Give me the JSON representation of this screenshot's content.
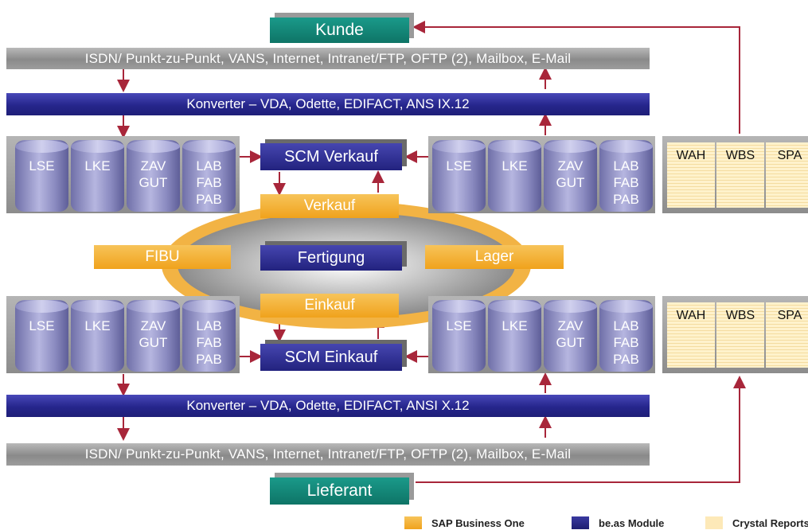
{
  "top_customer": "Kunde",
  "bottom_supplier": "Lieferant",
  "comm_top": "ISDN/ Punkt-zu-Punkt, VANS, Internet, Intranet/FTP, OFTP (2), Mailbox, E-Mail",
  "comm_bottom": "ISDN/ Punkt-zu-Punkt, VANS, Internet, Intranet/FTP, OFTP (2), Mailbox, E-Mail",
  "converter_top": "Konverter – VDA, Odette, EDIFACT, ANS IX.12",
  "converter_bottom": "Konverter – VDA, Odette, EDIFACT, ANSI X.12",
  "cylinders": [
    "LSE",
    "LKE",
    "ZAV\nGUT",
    "LAB\nFAB\nPAB"
  ],
  "scm_sales": "SCM Verkauf",
  "scm_purchase": "SCM Einkauf",
  "production": "Fertigung",
  "sales": "Verkauf",
  "purchase": "Einkauf",
  "accounting": "FIBU",
  "warehouse": "Lager",
  "reports": [
    "WAH",
    "WBS",
    "SPA"
  ],
  "legend": [
    {
      "label": "SAP Business One",
      "color": "#f0a21c"
    },
    {
      "label": "be.as Module",
      "color": "#22227e"
    },
    {
      "label": "Crystal Reports",
      "color": "#fde9b8"
    }
  ]
}
